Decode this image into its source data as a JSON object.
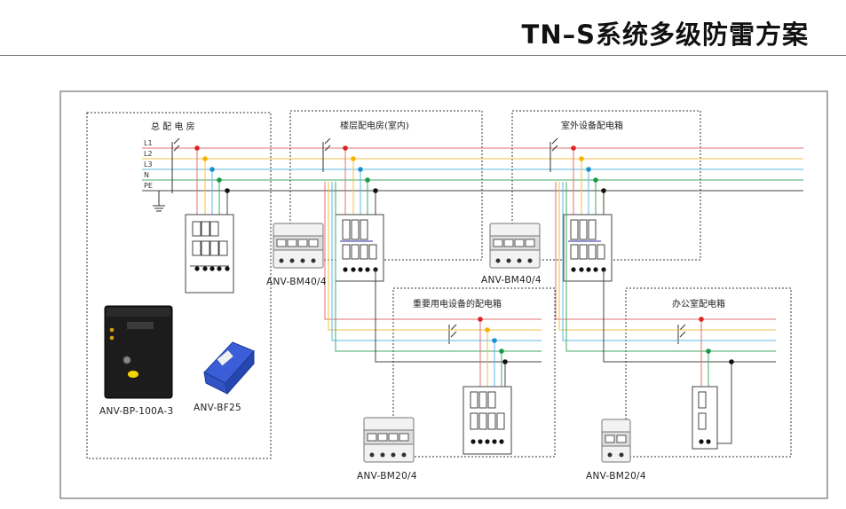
{
  "title": "TN–S系统多级防雷方案",
  "colors": {
    "L1": "#e07070",
    "L2": "#f0c24a",
    "L3": "#5bb8e0",
    "N": "#44aa66",
    "PE": "#222222",
    "frame": "#444444"
  },
  "wires": [
    "L1",
    "L2",
    "L3",
    "N",
    "PE"
  ],
  "boxes": {
    "main": "总 配 电 房",
    "floor": "楼层配电房(室内)",
    "outdoor": "室外设备配电箱",
    "critical": "重要用电设备的配电箱",
    "office": "办公室配电箱"
  },
  "products": {
    "bm40_a": "ANV-BM40/4",
    "bm40_b": "ANV-BM40/4",
    "bm20_a": "ANV-BM20/4",
    "bm20_b": "ANV-BM20/4",
    "bp100": "ANV-BP-100A-3",
    "bf25": "ANV-BF25"
  },
  "icons": {
    "ground": "ground-symbol-icon",
    "switch": "breaker-switch-icon",
    "arrester": "surge-arrester-icon"
  }
}
